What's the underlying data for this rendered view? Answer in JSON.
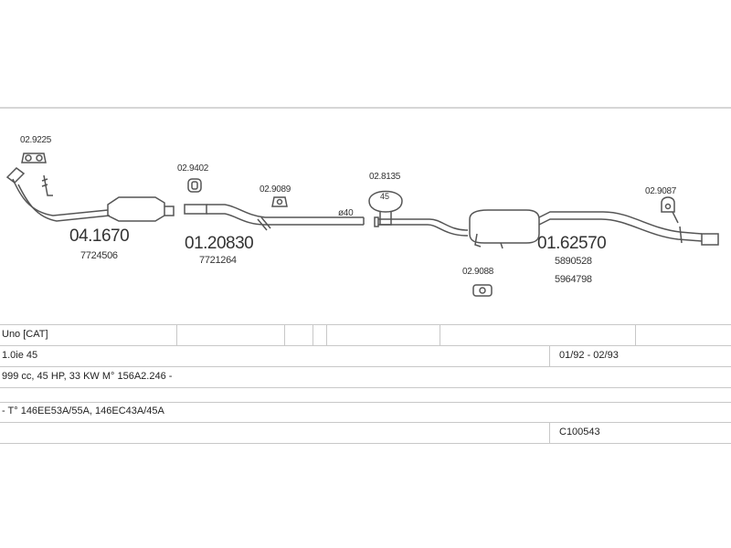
{
  "parts": {
    "p_029225": "02.9225",
    "p_041670": "04.1670",
    "oem_041670": "7724506",
    "p_029402": "02.9402",
    "p_029089": "02.9089",
    "p_0120830": "01.20830",
    "oem_0120830": "7721264",
    "pipe_dia": "ø40",
    "p_028135": "02.8135",
    "clamp_size": "45",
    "p_029088": "02.9088",
    "p_0162570": "01.62570",
    "oem_0162570_a": "5890528",
    "oem_0162570_b": "5964798",
    "p_029087": "02.9087"
  },
  "table": {
    "model": "Uno  [CAT]",
    "version": "1.0ie 45",
    "period": "01/92 - 02/93",
    "engine": "999 cc, 45 HP, 33 KW M° 156A2.246 -",
    "type": "- T° 146EE53A/55A, 146EC43A/45A",
    "ref": "C100543"
  },
  "colors": {
    "line": "#555555",
    "grid": "#c8c8c8"
  }
}
